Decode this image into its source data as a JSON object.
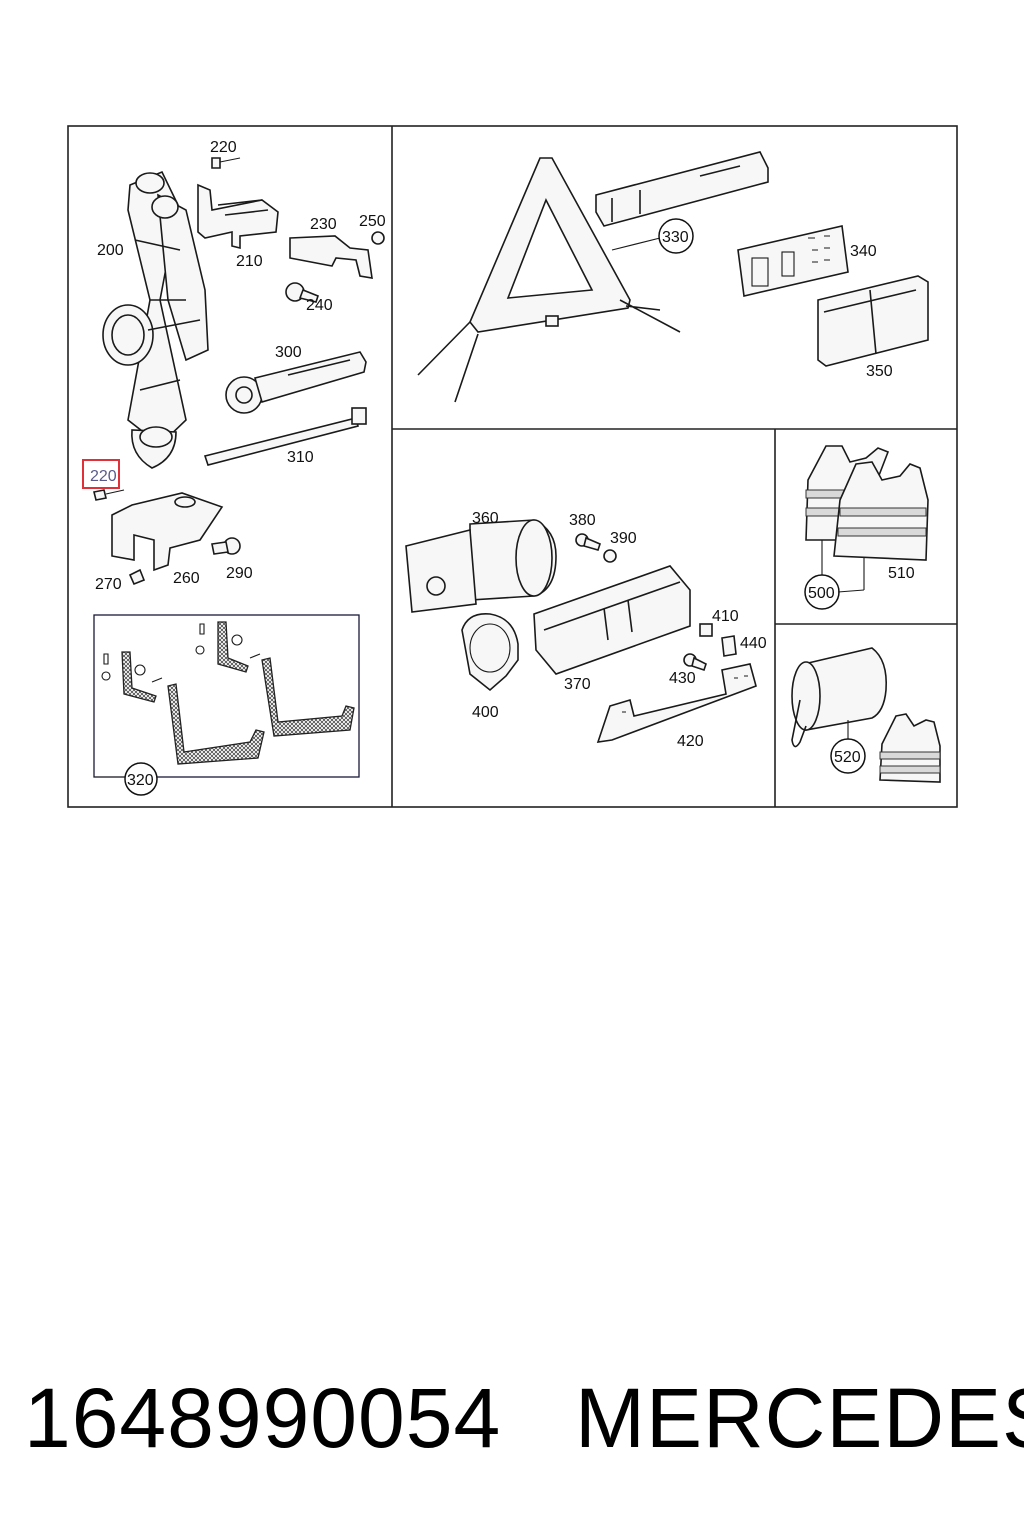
{
  "part_number": "1648990054",
  "brand": "MERCEDES",
  "callouts": {
    "c200": "200",
    "c210": "210",
    "c220_top": "220",
    "c220_highlight": "220",
    "c230": "230",
    "c240": "240",
    "c250": "250",
    "c260": "260",
    "c270": "270",
    "c290": "290",
    "c300": "300",
    "c310": "310",
    "c320": "320",
    "c330": "330",
    "c340": "340",
    "c350": "350",
    "c360": "360",
    "c370": "370",
    "c380": "380",
    "c390": "390",
    "c400": "400",
    "c410": "410",
    "c420": "420",
    "c430": "430",
    "c440": "440",
    "c500": "500",
    "c510": "510",
    "c520": "520"
  },
  "highlighted_callout": "220",
  "colors": {
    "highlight": "#e0303a",
    "line": "#1a1a1a"
  }
}
